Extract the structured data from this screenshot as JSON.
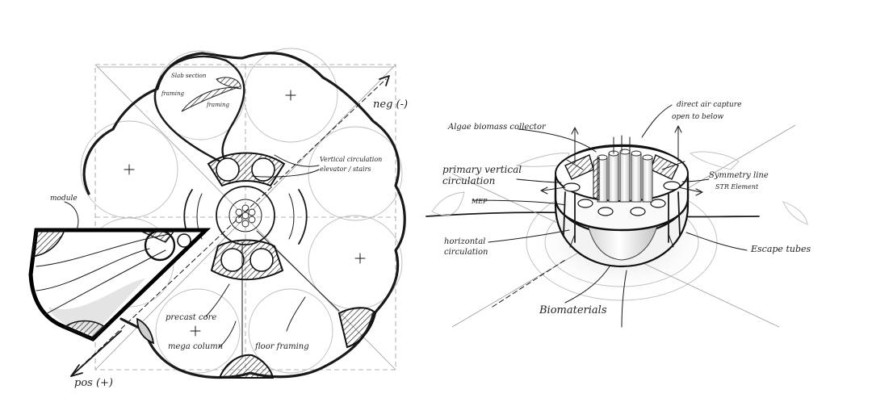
{
  "plan_labels": {
    "slab_section": "Slab section",
    "framing_a": "framing",
    "framing_b": "framing",
    "neg": "neg (-)",
    "vertical_circulation": "Vertical circulation",
    "vertical_circulation_2": "elevator / stairs",
    "module": "module",
    "precast_core": "precast core",
    "mega_column": "mega column",
    "floor_framing": "floor framing",
    "pos": "pos (+)"
  },
  "perspective_labels": {
    "algae": "Algae biomass collector",
    "direct_air": "direct air capture",
    "open_below": "open to below",
    "primary_vertical": "primary vertical",
    "circulation_1": "circulation",
    "symmetry_line": "Symmetry line",
    "str_element": "STR Element",
    "mep": "MEP",
    "horizontal": "horizontal",
    "circulation_2": "circulation",
    "escape_tubes": "Escape tubes",
    "biomaterials": "Biomaterials"
  }
}
